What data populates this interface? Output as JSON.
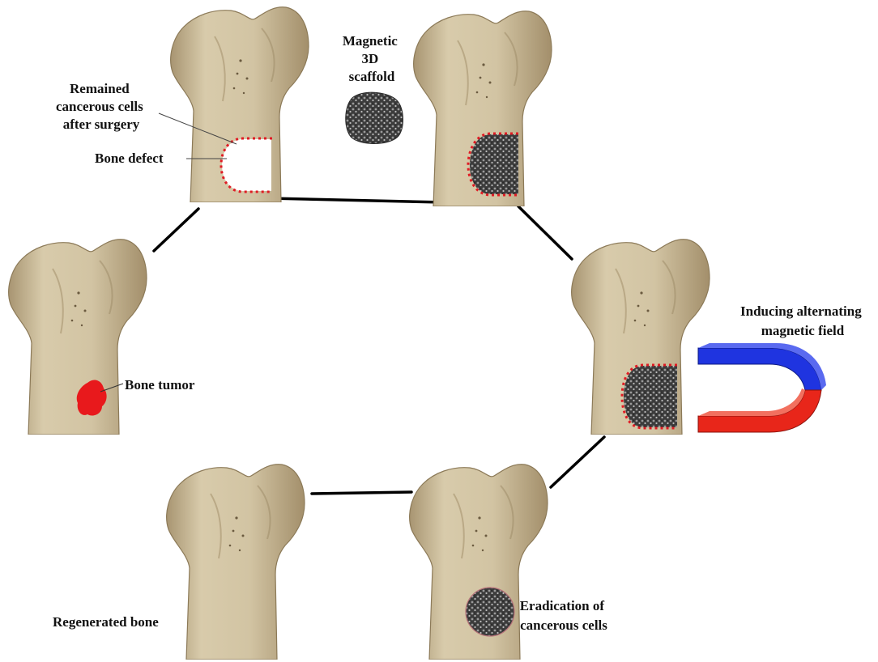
{
  "labels": {
    "remained_cells": [
      "Remained",
      "cancerous cells",
      "after surgery"
    ],
    "bone_defect": "Bone defect",
    "scaffold": [
      "Magnetic",
      "3D",
      "scaffold"
    ],
    "bone_tumor": "Bone tumor",
    "alternating_field": [
      "Inducing alternating",
      "magnetic field"
    ],
    "eradication": [
      "Eradication of",
      "cancerous cells"
    ],
    "regenerated": "Regenerated bone"
  },
  "colors": {
    "bone": "#cfc1a0",
    "bone_shade": "#b09e7a",
    "tumor": "#e8191c",
    "defect_marker": "#e01b24",
    "scaffold": "#4a4a4a",
    "magnet_north": "#1f34e0",
    "magnet_south": "#e8261a",
    "connector": "#000000"
  }
}
